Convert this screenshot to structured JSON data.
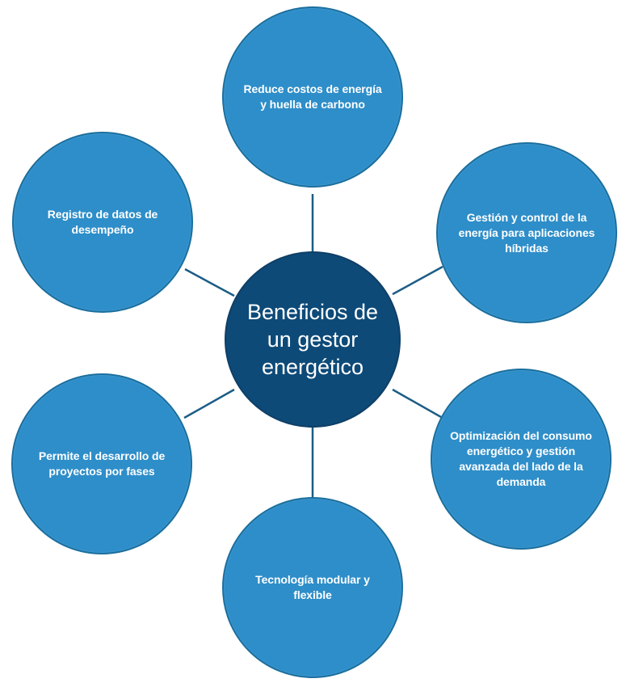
{
  "colors": {
    "outer_fill": "#2e8ec9",
    "center_fill": "#0d4a78",
    "connector": "#1c5d86",
    "text": "#ffffff"
  },
  "center": {
    "label": "Beneficios de un gestor energético"
  },
  "benefits": {
    "top": "Reduce costos de energía y huella de carbono",
    "right": "Gestión y control de la energía para aplicaciones híbridas",
    "lower_right": "Optimización del consumo energético y gestión avanzada del lado de la demanda",
    "bottom": "Tecnología modular y flexible",
    "lower_left": "Permite el desarrollo de proyectos por fases",
    "left": "Registro de datos de desempeño"
  }
}
